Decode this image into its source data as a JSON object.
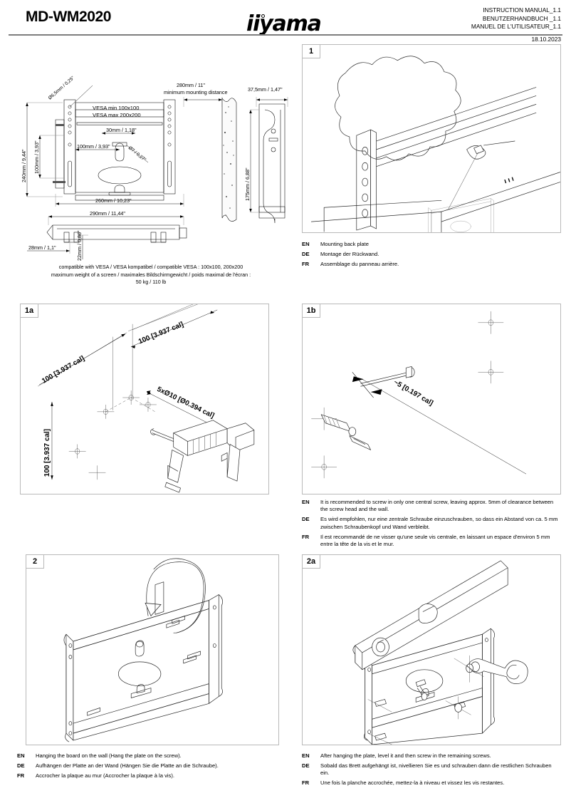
{
  "header": {
    "model_title": "MD-WM2020",
    "logo_text": "iiyama",
    "manual_lines": [
      "INSTRUCTION MANUAL_1.1",
      "BENUTZERHANDBUCH _1.1",
      "MANUEL DE L'UTILISATEUR_1.1"
    ],
    "date": "18.10.2023"
  },
  "tech_drawing": {
    "dims": {
      "hole_dia": "Ø6,5mm / 0,25\"",
      "vesa_min": "VESA min 100x100",
      "vesa_max": "VESA max 200x200",
      "d30": "30mm / 1,18\"",
      "d7": "Ø7 / 0,27\"",
      "d100h": "100mm / 3,93\"",
      "d240v": "240mm / 9,44\"",
      "d100v": "100mm / 3,93\"",
      "d260": "260mm / 10,23\"",
      "d290": "290mm / 11,44\"",
      "d28": "28mm / 1,1\"",
      "d22": "22mm / 0,86\"",
      "d280": "280mm / 11\"",
      "d280_sub": "minimum mounting distance",
      "d375": "37,5mm / 1,47\"",
      "d175": "175mm / 6,88\""
    },
    "notes": [
      "compatible with VESA / VESA kompatibel / compatible VESA : 100x100, 200x200",
      "maximum weight of a screen / maximales Bildschirmgewicht / poids maximal de l'écran :",
      "50 kg / 110 lb"
    ]
  },
  "panels": {
    "p1": {
      "badge": "1",
      "caption": [
        {
          "lang": "EN",
          "text": "Mounting back plate"
        },
        {
          "lang": "DE",
          "text": "Montage der Rückwand."
        },
        {
          "lang": "FR",
          "text": "Assemblage du panneau arrière."
        }
      ]
    },
    "p1a": {
      "badge": "1a",
      "dims": {
        "top_left": "100 [3.937 cal]",
        "top_right": "100 [3.937 cal]",
        "left_vert": "100 [3.937 cal]",
        "hole_spec": "5xØ10 [Ø0.394 cal]"
      }
    },
    "p1b": {
      "badge": "1b",
      "dims": {
        "gap": "~5 [0.197 cal]"
      },
      "caption": [
        {
          "lang": "EN",
          "text": "It is recommended to screw in only one central screw, leaving approx. 5mm of clearance between the screw head and the wall."
        },
        {
          "lang": "DE",
          "text": "Es wird empfohlen, nur eine zentrale Schraube einzuschrauben, so dass ein Abstand von ca. 5 mm zwischen Schraubenkopf und Wand verbleibt."
        },
        {
          "lang": "FR",
          "text": "Il est recommandé de ne visser qu'une seule vis centrale, en laissant un espace d'environ 5 mm entre la tête de la vis et le mur."
        }
      ]
    },
    "p2": {
      "badge": "2",
      "caption": [
        {
          "lang": "EN",
          "text": "Hanging the board on the wall (Hang the plate on the screw)."
        },
        {
          "lang": "DE",
          "text": "Aufhängen der Platte an der Wand (Hängen Sie die Platte an die Schraube)."
        },
        {
          "lang": "FR",
          "text": "Accrocher la plaque au mur (Accrocher la plaque à la vis)."
        }
      ]
    },
    "p2a": {
      "badge": "2a",
      "caption": [
        {
          "lang": "EN",
          "text": "After hanging the plate, level it and then screw in the remaining screws."
        },
        {
          "lang": "DE",
          "text": "Sobald das Brett aufgehängt ist, nivellieren Sie es und schrauben dann die restlichen Schrauben ein."
        },
        {
          "lang": "FR",
          "text": "Une fois la planche accrochée, mettez-la à niveau et vissez les vis restantes."
        }
      ]
    }
  }
}
